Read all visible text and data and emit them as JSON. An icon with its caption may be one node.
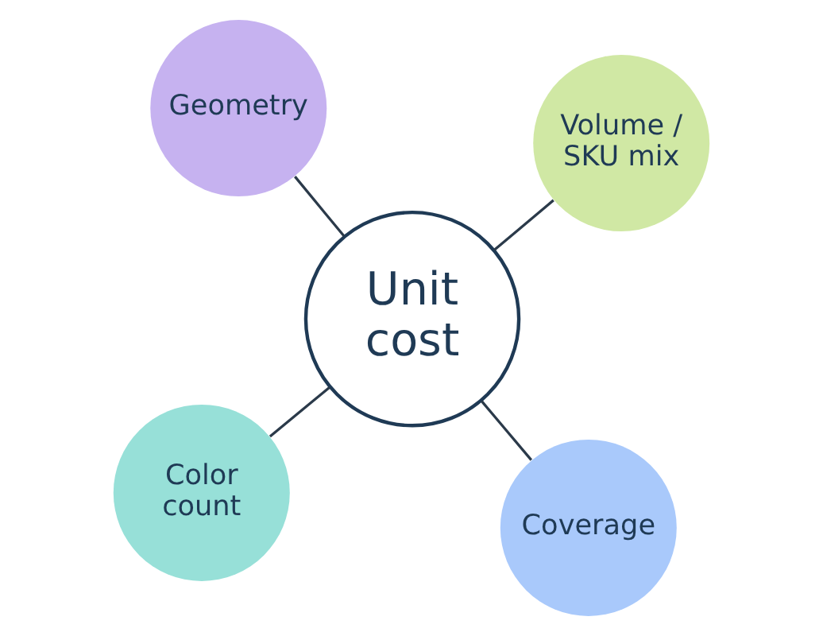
{
  "diagram": {
    "nodes": [
      {
        "text": [
          "Color count"
        ]
      },
      {
        "text": [
          "Coverage"
        ]
      },
      {
        "text": [
          "Unit cost"
        ]
      },
      {
        "text": [
          "Geometry"
        ]
      },
      {
        "text": [
          "Volume / SKU mix"
        ]
      }
    ],
    "edges": [
      {
        "from": 0,
        "to": 2,
        "arrow": "none"
      },
      {
        "from": 1,
        "to": 2,
        "arrow": "none"
      },
      {
        "from": 3,
        "to": 2,
        "arrow": "none"
      },
      {
        "from": 4,
        "to": 2,
        "arrow": "none"
      }
    ]
  }
}
